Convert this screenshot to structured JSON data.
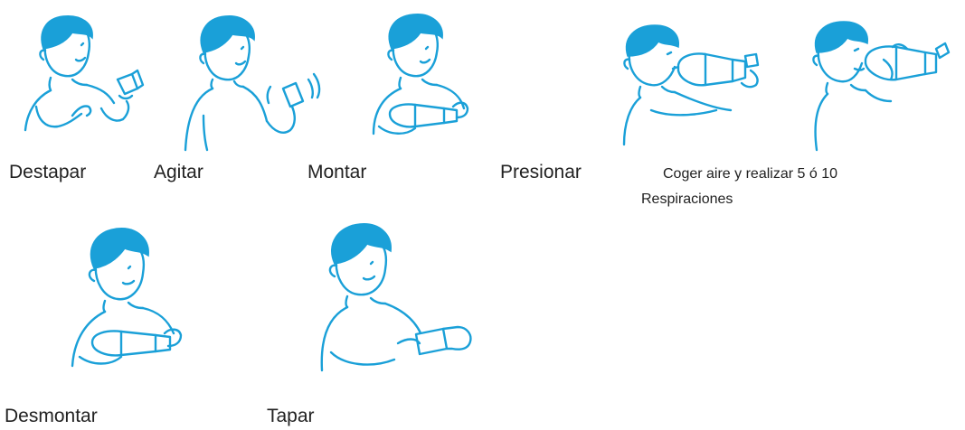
{
  "colors": {
    "ink": "#1aa0d8"
  },
  "steps": [
    {
      "label": "Destapar",
      "icon": "child-uncapping-inhaler-icon"
    },
    {
      "label": "Agitar",
      "icon": "child-shaking-inhaler-icon"
    },
    {
      "label": "Montar",
      "icon": "child-assembling-spacer-icon"
    },
    {
      "label": "Presionar",
      "icon": "child-pressing-inhaler-icon"
    },
    {
      "label_line1": "Coger aire y realizar 5 ó 10",
      "label_line2": "Respiraciones",
      "icon": "child-breathing-spacer-icon"
    },
    {
      "label": "Desmontar",
      "icon": "child-disassembling-spacer-icon"
    },
    {
      "label": "Tapar",
      "icon": "child-capping-inhaler-icon"
    }
  ]
}
